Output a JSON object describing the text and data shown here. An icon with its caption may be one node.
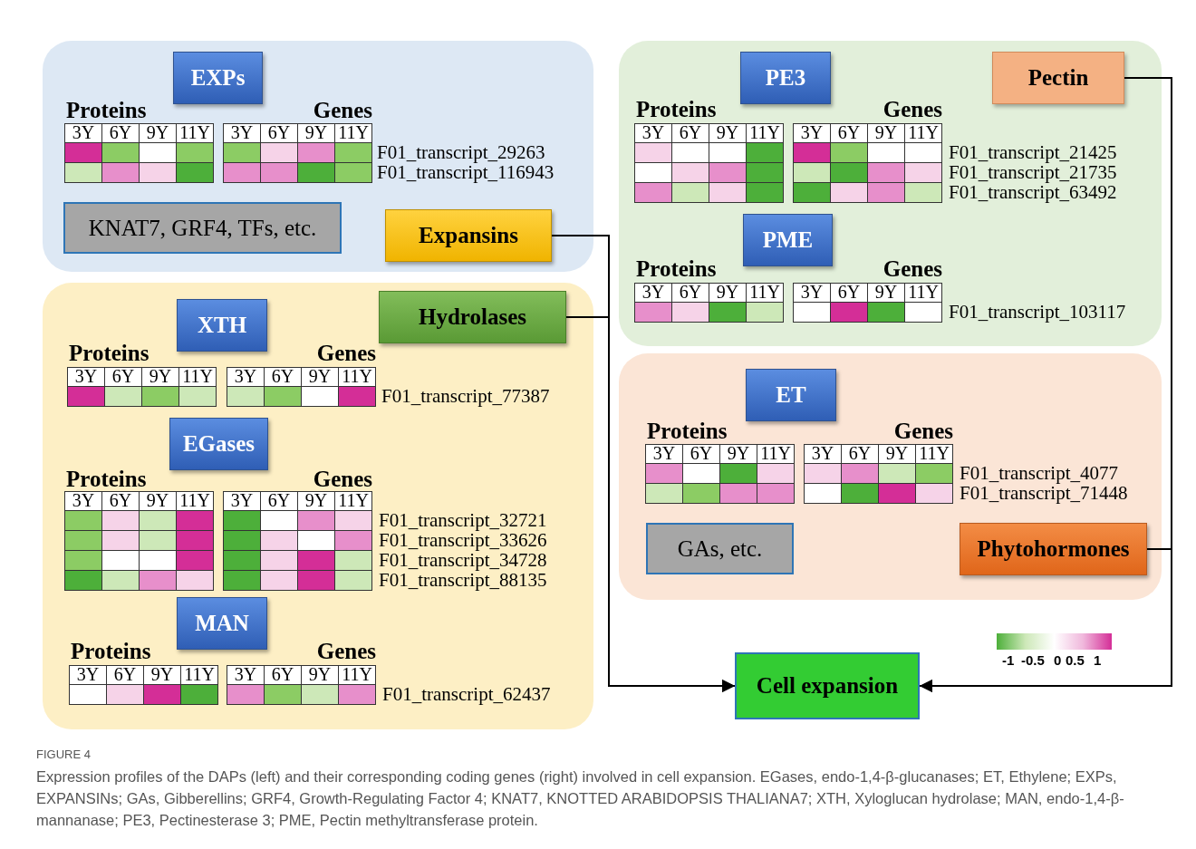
{
  "diagram": {
    "caption": "Expression profiles of the DAPs (left) and their corresponding coding genes (right) involved in cell expansion. EGases, endo-1,4-β-glucanases; ET, Ethylene; EXPs, EXPANSINs; GAs, Gibberellins; GRF4, Growth-Regulating Factor 4; KNAT7, KNOTTED ARABIDOPSIS THALIANA7; XTH, Xyloglucan hydrolase; MAN, endo-1,4-β-mannanase; PE3, Pectinesterase 3; PME, Pectin methyltransferase protein.",
    "nodes": [
      {
        "text": [],
        "shape": "box"
      },
      {
        "text": [
          "EXPs"
        ],
        "in": 0
      },
      {
        "text": [
          "KNAT7, GRF4, TFs, etc."
        ],
        "in": 0
      },
      {
        "text": [
          "Expansins"
        ],
        "in": 0
      },
      {
        "text": [],
        "shape": "box"
      },
      {
        "text": [
          "Hydrolases"
        ],
        "in": 4
      },
      {
        "text": [
          "XTH"
        ],
        "in": 4
      },
      {
        "text": [
          "EGases"
        ],
        "in": 4
      },
      {
        "text": [
          "MAN"
        ],
        "in": 4
      },
      {
        "text": [],
        "shape": "box"
      },
      {
        "text": [
          "PE3"
        ],
        "in": 9
      },
      {
        "text": [
          "Pectin"
        ],
        "in": 9
      },
      {
        "text": [
          "PME"
        ],
        "in": 9
      },
      {
        "text": [],
        "shape": "box"
      },
      {
        "text": [
          "ET"
        ],
        "in": 13
      },
      {
        "text": [
          "GAs, etc."
        ],
        "in": 13
      },
      {
        "text": [
          "Phytohormones"
        ],
        "in": 13
      },
      {
        "text": [
          "Cell expansion"
        ]
      },
      {
        "text": [],
        "shape": "bar"
      }
    ],
    "edges": [
      {
        "from": 3,
        "to": 17,
        "arrow": "to"
      },
      {
        "from": 5,
        "to": 17,
        "arrow": "to"
      },
      {
        "from": 11,
        "to": 17,
        "arrow": "to"
      },
      {
        "from": 16,
        "to": 17,
        "arrow": "to"
      }
    ],
    "labels": [
      "Proteins",
      "Genes",
      "3Y",
      "6Y",
      "9Y",
      "11Y",
      "3Y",
      "6Y",
      "9Y",
      "11Y",
      "F01_transcript_29263",
      "F01_transcript_116943",
      "Proteins",
      "Genes",
      "3Y",
      "6Y",
      "9Y",
      "11Y",
      "3Y",
      "6Y",
      "9Y",
      "11Y",
      "F01_transcript_21425",
      "F01_transcript_21735",
      "F01_transcript_63492",
      "Proteins",
      "Genes",
      "3Y",
      "6Y",
      "9Y",
      "11Y",
      "3Y",
      "6Y",
      "9Y",
      "11Y",
      "F01_transcript_103117",
      "Proteins",
      "Genes",
      "3Y",
      "6Y",
      "9Y",
      "11Y",
      "3Y",
      "6Y",
      "9Y",
      "11Y",
      "F01_transcript_77387",
      "Proteins",
      "Genes",
      "3Y",
      "6Y",
      "9Y",
      "11Y",
      "3Y",
      "6Y",
      "9Y",
      "11Y",
      "F01_transcript_32721",
      "F01_transcript_33626",
      "F01_transcript_34728",
      "F01_transcript_88135",
      "Proteins",
      "Genes",
      "3Y",
      "6Y",
      "9Y",
      "11Y",
      "3Y",
      "6Y",
      "9Y",
      "11Y",
      "F01_transcript_62437",
      "Proteins",
      "Genes",
      "3Y",
      "6Y",
      "9Y",
      "11Y",
      "3Y",
      "6Y",
      "9Y",
      "11Y",
      "F01_transcript_4077",
      "F01_transcript_71448",
      "-1",
      "-0.5",
      "0",
      "0.5",
      "1",
      "FIGURE 4"
    ]
  }
}
